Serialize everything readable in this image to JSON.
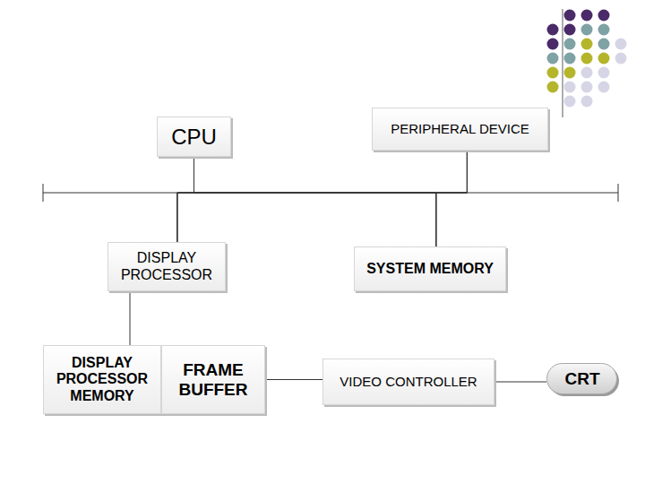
{
  "diagram": {
    "nodes": [
      {
        "text": [
          "CPU"
        ]
      },
      {
        "text": [
          "PERIPHERAL DEVICE"
        ]
      },
      {
        "text": [
          "DISPLAY PROCESSOR"
        ]
      },
      {
        "text": [
          "SYSTEM MEMORY"
        ]
      },
      {
        "text": [
          "DISPLAY PROCESSOR MEMORY"
        ]
      },
      {
        "text": [
          "FRAME BUFFER"
        ]
      },
      {
        "text": [
          "VIDEO CONTROLLER"
        ]
      },
      {
        "text": [
          "CRT"
        ]
      }
    ],
    "edges": [
      {
        "from": 0,
        "to": 1,
        "arrow": "none"
      },
      {
        "from": 0,
        "to": 2,
        "arrow": "none"
      },
      {
        "from": 0,
        "to": 3,
        "arrow": "none"
      },
      {
        "from": 1,
        "to": 2,
        "arrow": "none"
      },
      {
        "from": 1,
        "to": 3,
        "arrow": "none"
      },
      {
        "from": 2,
        "to": 3,
        "arrow": "none"
      },
      {
        "from": 2,
        "to": 4,
        "arrow": "none"
      },
      {
        "from": 5,
        "to": 6,
        "arrow": "none"
      },
      {
        "from": 6,
        "to": 7,
        "arrow": "none"
      }
    ]
  }
}
